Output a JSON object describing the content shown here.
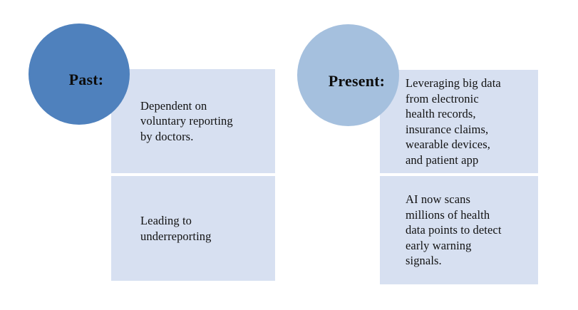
{
  "slide": {
    "background_color": "#ffffff",
    "columns": [
      {
        "id": "past",
        "circle": {
          "label": "Past:",
          "color": "#4f81bd",
          "text_color": "#0d0d0d"
        },
        "boxes": [
          {
            "id": "past-top",
            "text": "Dependent on\nvoluntary reporting\nby doctors.",
            "color": "#d7e0f1"
          },
          {
            "id": "past-bottom",
            "text": "Leading to\nunderreporting",
            "color": "#d7e0f1"
          }
        ]
      },
      {
        "id": "present",
        "circle": {
          "label": "Present:",
          "color": "#a5c0de",
          "text_color": "#0d0d0d"
        },
        "boxes": [
          {
            "id": "present-top",
            "text": "Leveraging big data\nfrom electronic\nhealth records,\ninsurance claims,\nwearable devices,\nand patient app",
            "color": "#d7e0f1"
          },
          {
            "id": "present-bottom",
            "text": "AI now scans\nmillions of health\ndata points to detect\nearly warning\nsignals.",
            "color": "#d7e0f1"
          }
        ]
      }
    ]
  }
}
